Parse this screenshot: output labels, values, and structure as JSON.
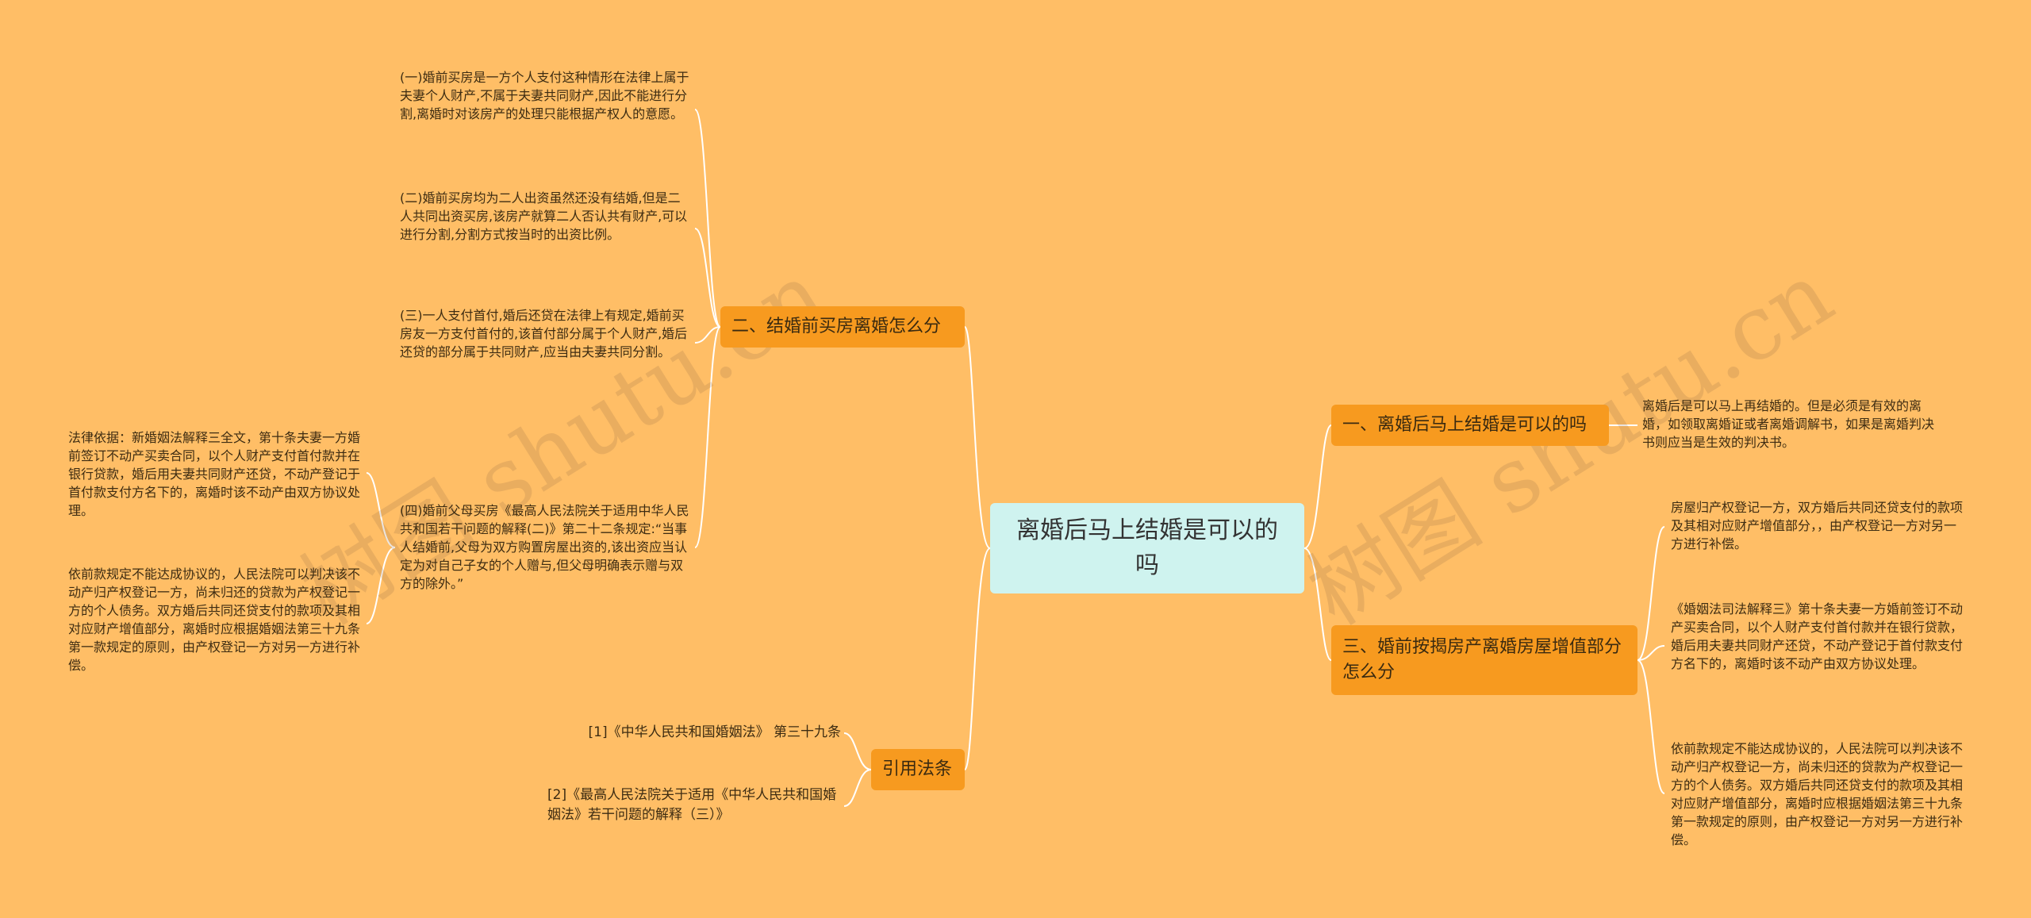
{
  "root": {
    "label": "离婚后马上结婚是可以的吗"
  },
  "topics": {
    "t2": {
      "label": "二、结婚前买房离婚怎么分",
      "leaves": [
        "(一)婚前买房是一方个人支付这种情形在法律上属于夫妻个人财产,不属于夫妻共同财产,因此不能进行分割,离婚时对该房产的处理只能根据产权人的意愿。",
        "(二)婚前买房均为二人出资虽然还没有结婚,但是二人共同出资买房,该房产就算二人否认共有财产,可以进行分割,分割方式按当时的出资比例。",
        "(三)一人支付首付,婚后还贷在法律上有规定,婚前买房友一方支付首付的,该首付部分属于个人财产,婚后还贷的部分属于共同财产,应当由夫妻共同分割。",
        "(四)婚前父母买房《最高人民法院关于适用中华人民共和国若干问题的解释(二)》第二十二条规定:“当事人结婚前,父母为双方购置房屋出资的,该出资应当认定为对自己子女的个人赠与,但父母明确表示赠与双方的除外。”"
      ],
      "subleaves": [
        "法律依据：新婚姻法解释三全文，第十条夫妻一方婚前签订不动产买卖合同，以个人财产支付首付款并在银行贷款，婚后用夫妻共同财产还贷，不动产登记于首付款支付方名下的，离婚时该不动产由双方协议处理。",
        "依前款规定不能达成协议的，人民法院可以判决该不动产归产权登记一方，尚未归还的贷款为产权登记一方的个人债务。双方婚后共同还贷支付的款项及其相对应财产增值部分，离婚时应根据婚姻法第三十九条第一款规定的原则，由产权登记一方对另一方进行补偿。"
      ]
    },
    "ref": {
      "label": "引用法条",
      "leaves": [
        "[1]《中华人民共和国婚姻法》 第三十九条",
        "[2]《最高人民法院关于适用《中华人民共和国婚姻法》若干问题的解释（三）》"
      ]
    },
    "t1": {
      "label": "一、离婚后马上结婚是可以的吗",
      "leaves": [
        "离婚后是可以马上再结婚的。但是必须是有效的离婚，如领取离婚证或者离婚调解书，如果是离婚判决书则应当是生效的判决书。"
      ]
    },
    "t3": {
      "label": "三、婚前按揭房产离婚房屋增值部分怎么分",
      "leaves": [
        "房屋归产权登记一方，双方婚后共同还贷支付的款项及其相对应财产增值部分，，由产权登记一方对另一方进行补偿。",
        "《婚姻法司法解释三》第十条夫妻一方婚前签订不动产买卖合同，以个人财产支付首付款并在银行贷款，婚后用夫妻共同财产还贷，不动产登记于首付款支付方名下的，离婚时该不动产由双方协议处理。",
        "依前款规定不能达成协议的，人民法院可以判决该不动产归产权登记一方，尚未归还的贷款为产权登记一方的个人债务。双方婚后共同还贷支付的款项及其相对应财产增值部分，离婚时应根据婚姻法第三十九条第一款规定的原则，由产权登记一方对另一方进行补偿。"
      ]
    }
  },
  "watermarks": [
    "树图 shutu.cn",
    "树图 shutu.cn"
  ],
  "colors": {
    "background": "#FFBE66",
    "root_fill": "#CFF3EF",
    "topic_fill": "#F79A1F",
    "connector": "#FFFFFF"
  }
}
